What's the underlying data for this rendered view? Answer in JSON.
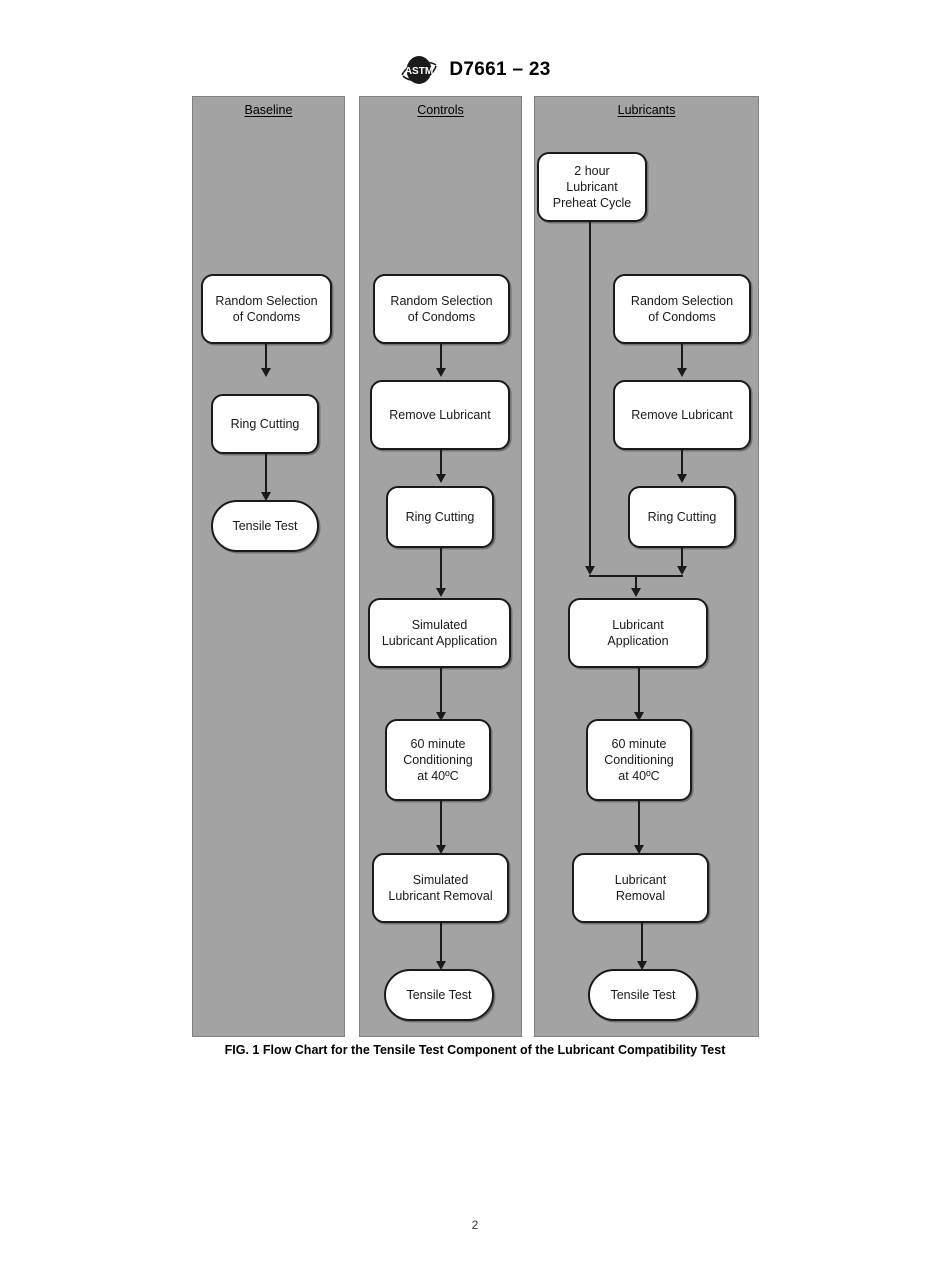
{
  "header": {
    "logo_icon": "astm-logo-icon",
    "designation": "D7661 – 23"
  },
  "figure": {
    "caption": "FIG. 1 Flow Chart for the Tensile Test Component of the Lubricant Compatibility Test",
    "background_color": "#a3a3a3",
    "node_fill_color": "#ffffff",
    "node_border_color": "#1a1a1a",
    "columns": [
      {
        "title": "Baseline",
        "nodes": [
          {
            "label": "Random Selection\nof Condoms",
            "shape": "rounded-rect"
          },
          {
            "label": "Ring Cutting",
            "shape": "rounded-rect"
          },
          {
            "label": "Tensile Test",
            "shape": "stadium"
          }
        ]
      },
      {
        "title": "Controls",
        "nodes": [
          {
            "label": "Random Selection\nof Condoms",
            "shape": "rounded-rect"
          },
          {
            "label": "Remove Lubricant",
            "shape": "rounded-rect"
          },
          {
            "label": "Ring Cutting",
            "shape": "rounded-rect"
          },
          {
            "label": "Simulated\nLubricant Application",
            "shape": "rounded-rect"
          },
          {
            "label": "60 minute\nConditioning\nat 40ºC",
            "shape": "rounded-rect"
          },
          {
            "label": "Simulated\nLubricant Removal",
            "shape": "rounded-rect"
          },
          {
            "label": "Tensile Test",
            "shape": "stadium"
          }
        ]
      },
      {
        "title": "Lubricants",
        "nodes": [
          {
            "label": "2 hour\nLubricant\nPreheat Cycle",
            "shape": "rounded-rect"
          },
          {
            "label": "Random Selection\nof Condoms",
            "shape": "rounded-rect"
          },
          {
            "label": "Remove Lubricant",
            "shape": "rounded-rect"
          },
          {
            "label": "Ring Cutting",
            "shape": "rounded-rect"
          },
          {
            "label": "Lubricant\nApplication",
            "shape": "rounded-rect"
          },
          {
            "label": "60 minute\nConditioning\nat 40ºC",
            "shape": "rounded-rect"
          },
          {
            "label": "Lubricant\nRemoval",
            "shape": "rounded-rect"
          },
          {
            "label": "Tensile Test",
            "shape": "stadium"
          }
        ]
      }
    ]
  },
  "footer": {
    "page_number": "2"
  }
}
